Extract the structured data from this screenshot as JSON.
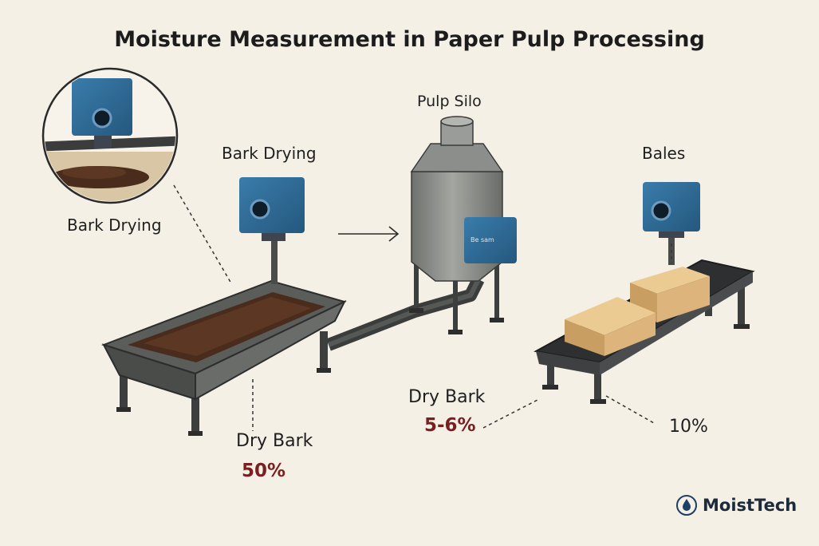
{
  "title": "Moisture Measurement in Paper Pulp Processing",
  "labels": {
    "zoom_callout": "Bark Drying",
    "bark_drying": "Bark Drying",
    "pulp_silo": "Pulp Silo",
    "bales": "Bales"
  },
  "readings": {
    "left": {
      "label": "Dry Bark",
      "value": "50%"
    },
    "middle": {
      "label": "Dry Bark",
      "value": "5-6%"
    },
    "right": {
      "value": "10%"
    }
  },
  "silo_sensor_text": "Be sam",
  "brand": {
    "name": "MoistTech",
    "icon": "water-drop-icon"
  },
  "colors": {
    "background": "#f4f0e6",
    "sensor": "#2e6a93",
    "equipment": "#5a5c5a",
    "bark": "#4a2c1c",
    "bale": "#dcb47c",
    "value_accent": "#7a1f1f"
  }
}
